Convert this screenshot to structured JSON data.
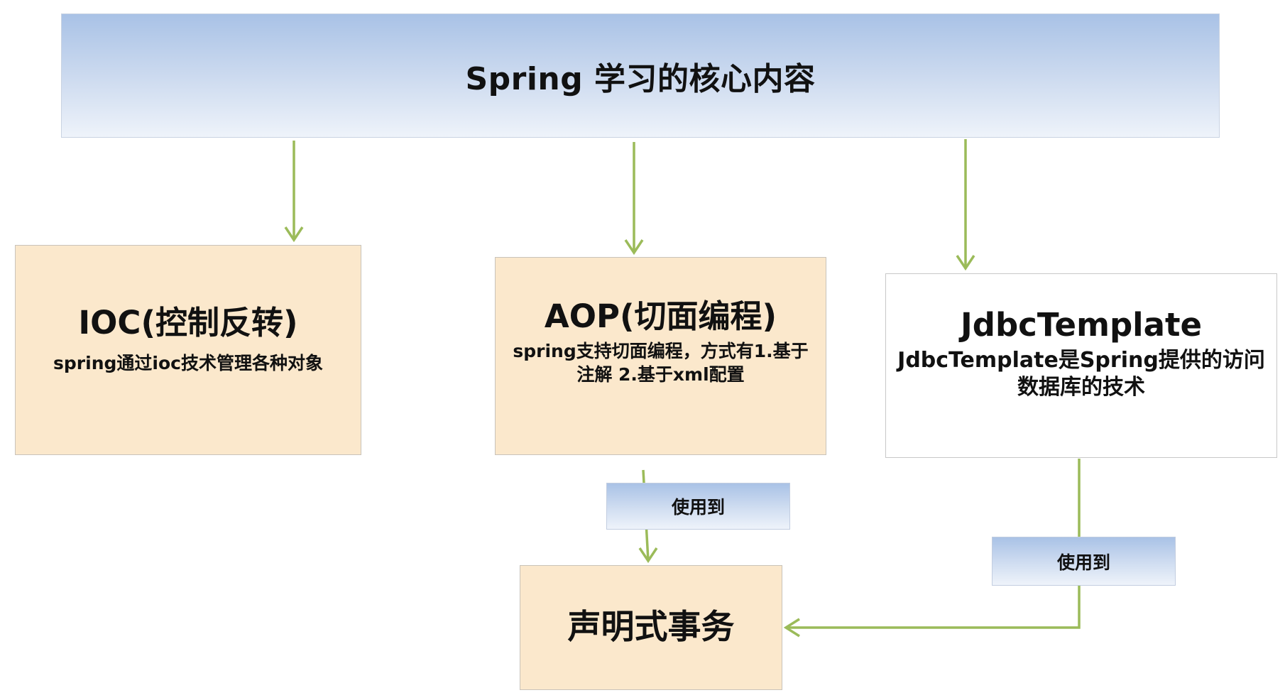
{
  "diagram": {
    "root": {
      "title": "Spring 学习的核心内容"
    },
    "nodes": [
      {
        "id": "ioc",
        "title": "IOC(控制反转)",
        "desc": "spring通过ioc技术管理各种对象"
      },
      {
        "id": "aop",
        "title": "AOP(切面编程)",
        "desc": "spring支持切面编程，方式有1.基于注解 2.基于xml配置"
      },
      {
        "id": "jdbc",
        "title": "JdbcTemplate",
        "desc": "JdbcTemplate是Spring提供的访问数据库的技术"
      },
      {
        "id": "tx",
        "title": "声明式事务"
      }
    ],
    "edge_labels": {
      "aop_to_tx": "使用到",
      "jdbc_to_tx": "使用到"
    },
    "colors": {
      "connector": "#9bbb59",
      "node_fill": "#fbe8cc",
      "header_fill": "#a9c2e6"
    }
  }
}
